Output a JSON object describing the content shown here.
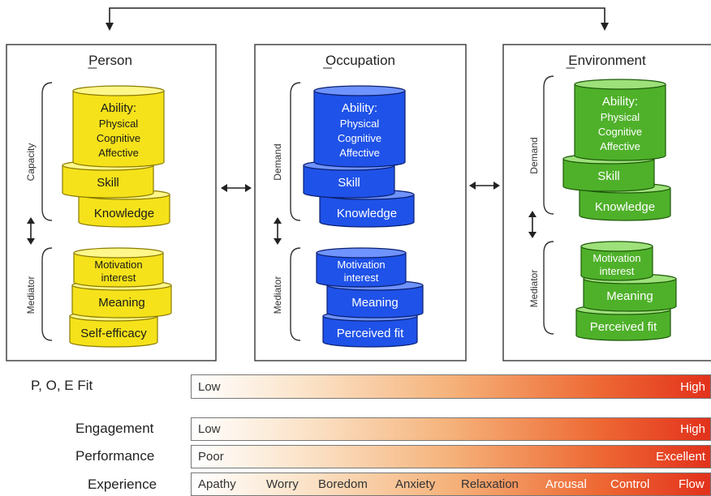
{
  "columns": [
    {
      "title": "Person",
      "colors": {
        "fill": "#f5e21a",
        "top": "#fff78a",
        "dark": "#b9a800",
        "stroke": "#8a7b00",
        "text": "#1a1a1a"
      },
      "upper_label": "Capacity",
      "lower_label": "Mediator",
      "upper": {
        "ability_title": "Ability:",
        "ability_lines": [
          "Physical",
          "Cognitive",
          "Affective"
        ],
        "skill": "Skill",
        "knowledge": "Knowledge"
      },
      "lower": {
        "motivation_lines": [
          "Motivation",
          "interest"
        ],
        "meaning": "Meaning",
        "bottom": "Self-efficacy"
      }
    },
    {
      "title": "Occupation",
      "colors": {
        "fill": "#1f52e8",
        "top": "#6f93ff",
        "dark": "#0c2a9c",
        "stroke": "#0a1f70",
        "text": "#ffffff"
      },
      "upper_label": "Demand",
      "lower_label": "Mediator",
      "upper": {
        "ability_title": "Ability:",
        "ability_lines": [
          "Physical",
          "Cognitive",
          "Affective"
        ],
        "skill": "Skill",
        "knowledge": "Knowledge"
      },
      "lower": {
        "motivation_lines": [
          "Motivation",
          "interest"
        ],
        "meaning": "Meaning",
        "bottom": "Perceived fit"
      }
    },
    {
      "title": "Environment",
      "colors": {
        "fill": "#4fb12a",
        "top": "#9ee07a",
        "dark": "#2c7a12",
        "stroke": "#1d5a0a",
        "text": "#ffffff"
      },
      "upper_label": "Demand",
      "lower_label": "Mediator",
      "upper": {
        "ability_title": "Ability:",
        "ability_lines": [
          "Physical",
          "Cognitive",
          "Affective"
        ],
        "skill": "Skill",
        "knowledge": "Knowledge"
      },
      "lower": {
        "motivation_lines": [
          "Motivation",
          "interest"
        ],
        "meaning": "Meaning",
        "bottom": "Perceived fit"
      }
    }
  ],
  "scales": {
    "fit": {
      "label": "P, O, E Fit",
      "low": "Low",
      "high": "High"
    },
    "engagement": {
      "label": "Engagement",
      "low": "Low",
      "high": "High"
    },
    "performance": {
      "label": "Performance",
      "low": "Poor",
      "high": "Excellent"
    },
    "experience": {
      "label": "Experience",
      "words": [
        "Apathy",
        "Worry",
        "Boredom",
        "Anxiety",
        "Relaxation",
        "Arousal",
        "Control",
        "Flow"
      ]
    }
  }
}
